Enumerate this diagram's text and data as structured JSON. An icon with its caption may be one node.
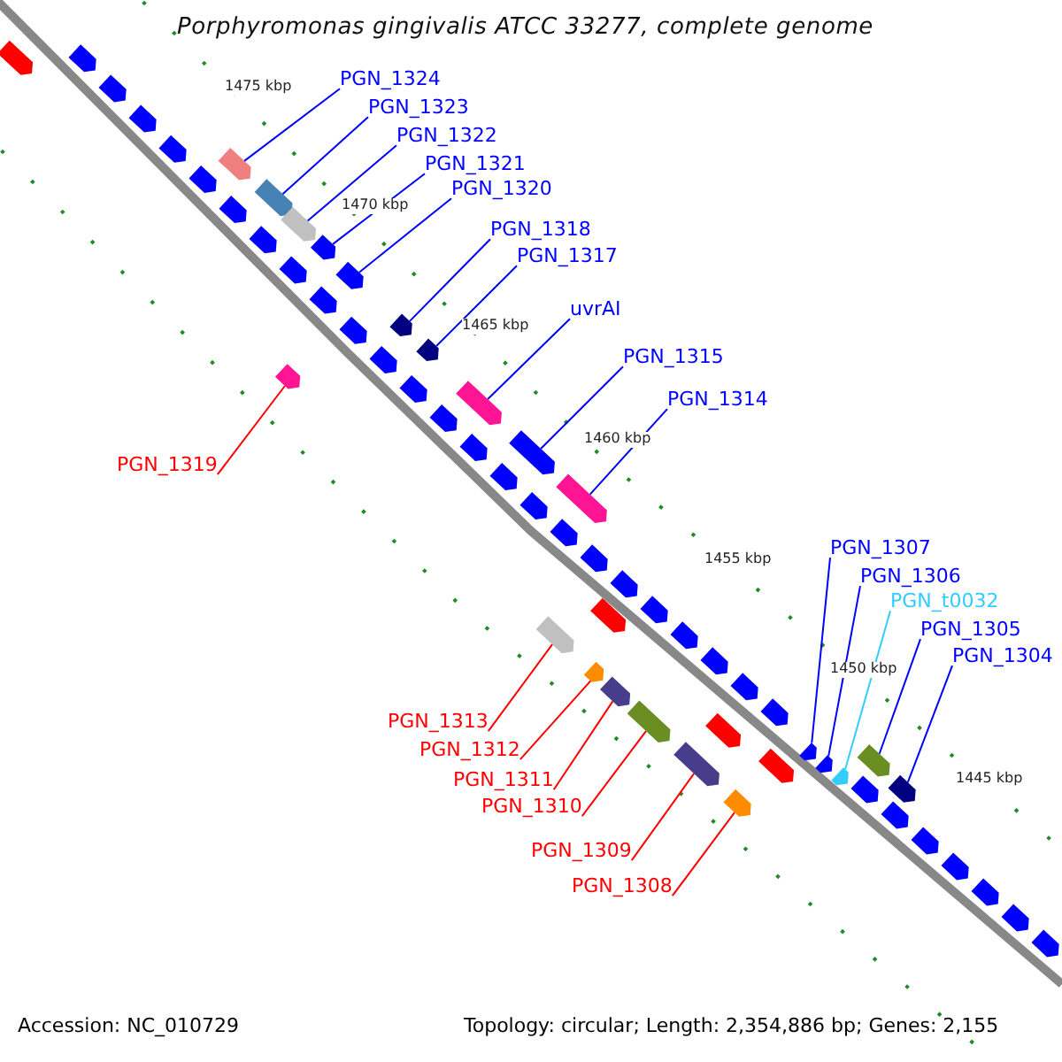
{
  "diagram": {
    "title": "Porphyromonas gingivalis ATCC 33277, complete genome",
    "nodes": [
      {
        "text": [
          "PGN_1324"
        ]
      },
      {
        "text": [],
        "shape": "arrow"
      },
      {
        "text": [
          "PGN_1323"
        ]
      },
      {
        "text": [],
        "shape": "arrow"
      },
      {
        "text": [
          "PGN_1322"
        ]
      },
      {
        "text": [],
        "shape": "arrow"
      },
      {
        "text": [
          "PGN_1321"
        ]
      },
      {
        "text": [],
        "shape": "arrow"
      },
      {
        "text": [
          "PGN_1320"
        ]
      },
      {
        "text": [],
        "shape": "arrow"
      },
      {
        "text": [
          "PGN_1318"
        ]
      },
      {
        "text": [],
        "shape": "arrow"
      },
      {
        "text": [
          "PGN_1317"
        ]
      },
      {
        "text": [],
        "shape": "arrow"
      },
      {
        "text": [
          "uvrAI"
        ]
      },
      {
        "text": [],
        "shape": "arrow"
      },
      {
        "text": [
          "PGN_1315"
        ]
      },
      {
        "text": [],
        "shape": "arrow"
      },
      {
        "text": [
          "PGN_1314"
        ]
      },
      {
        "text": [],
        "shape": "arrow"
      },
      {
        "text": [
          "PGN_1319"
        ]
      },
      {
        "text": [],
        "shape": "arrow"
      },
      {
        "text": [
          "PGN_1307"
        ]
      },
      {
        "text": [],
        "shape": "arrow"
      },
      {
        "text": [
          "PGN_1306"
        ]
      },
      {
        "text": [],
        "shape": "arrow"
      },
      {
        "text": [
          "PGN_t0032"
        ]
      },
      {
        "text": [],
        "shape": "arrow"
      },
      {
        "text": [
          "PGN_1305"
        ]
      },
      {
        "text": [],
        "shape": "arrow"
      },
      {
        "text": [
          "PGN_1304"
        ]
      },
      {
        "text": [],
        "shape": "arrow"
      },
      {
        "text": [
          "PGN_1313"
        ]
      },
      {
        "text": [],
        "shape": "arrow"
      },
      {
        "text": [
          "PGN_1312"
        ]
      },
      {
        "text": [],
        "shape": "arrow"
      },
      {
        "text": [
          "PGN_1311"
        ]
      },
      {
        "text": [],
        "shape": "arrow"
      },
      {
        "text": [
          "PGN_1310"
        ]
      },
      {
        "text": [],
        "shape": "arrow"
      },
      {
        "text": [
          "PGN_1309"
        ]
      },
      {
        "text": [],
        "shape": "arrow"
      },
      {
        "text": [
          "PGN_1308"
        ]
      },
      {
        "text": [],
        "shape": "arrow"
      },
      {
        "text": [],
        "shape": "arrow"
      },
      {
        "text": [],
        "shape": "arrow"
      },
      {
        "text": [],
        "shape": "arrow"
      },
      {
        "text": [],
        "shape": "arrow"
      },
      {
        "text": [],
        "shape": "arrow"
      },
      {
        "text": [],
        "shape": "arrow"
      },
      {
        "text": [],
        "shape": "arrow"
      },
      {
        "text": [],
        "shape": "arrow"
      },
      {
        "text": [],
        "shape": "arrow"
      },
      {
        "text": [],
        "shape": "arrow"
      },
      {
        "text": [],
        "shape": "arrow"
      },
      {
        "text": [],
        "shape": "arrow"
      },
      {
        "text": [],
        "shape": "arrow"
      },
      {
        "text": [],
        "shape": "arrow"
      },
      {
        "text": [],
        "shape": "arrow"
      },
      {
        "text": [],
        "shape": "arrow"
      },
      {
        "text": [],
        "shape": "arrow"
      },
      {
        "text": [],
        "shape": "arrow"
      },
      {
        "text": [],
        "shape": "arrow"
      },
      {
        "text": [],
        "shape": "arrow"
      },
      {
        "text": [],
        "shape": "arrow"
      },
      {
        "text": [],
        "shape": "arrow"
      },
      {
        "text": [],
        "shape": "arrow"
      },
      {
        "text": [],
        "shape": "arrow"
      },
      {
        "text": [],
        "shape": "arrow"
      },
      {
        "text": [],
        "shape": "arrow"
      },
      {
        "text": [],
        "shape": "arrow"
      },
      {
        "text": [],
        "shape": "arrow"
      },
      {
        "text": [],
        "shape": "arrow"
      },
      {
        "text": [],
        "shape": "arrow"
      },
      {
        "text": [],
        "shape": "arrow"
      },
      {
        "text": [],
        "shape": "arrow"
      },
      {
        "text": [],
        "shape": "arrow"
      },
      {
        "text": [],
        "shape": "arrow"
      },
      {
        "text": [],
        "shape": "arrow"
      }
    ],
    "edges": [
      {
        "from": 0,
        "to": 1,
        "arrow": "none"
      },
      {
        "from": 2,
        "to": 3,
        "arrow": "none"
      },
      {
        "from": 4,
        "to": 5,
        "arrow": "none"
      },
      {
        "from": 6,
        "to": 7,
        "arrow": "none"
      },
      {
        "from": 8,
        "to": 9,
        "arrow": "none"
      },
      {
        "from": 10,
        "to": 11,
        "arrow": "none"
      },
      {
        "from": 12,
        "to": 13,
        "arrow": "none"
      },
      {
        "from": 14,
        "to": 15,
        "arrow": "none"
      },
      {
        "from": 16,
        "to": 17,
        "arrow": "none"
      },
      {
        "from": 18,
        "to": 19,
        "arrow": "none"
      },
      {
        "from": 20,
        "to": 21,
        "arrow": "none",
        "color": "#ff0000"
      },
      {
        "from": 22,
        "to": 23,
        "arrow": "none"
      },
      {
        "from": 24,
        "to": 25,
        "arrow": "none"
      },
      {
        "from": 26,
        "to": 27,
        "arrow": "none",
        "color": "#33ccff"
      },
      {
        "from": 28,
        "to": 29,
        "arrow": "none"
      },
      {
        "from": 30,
        "to": 31,
        "arrow": "none"
      },
      {
        "from": 32,
        "to": 33,
        "arrow": "none",
        "color": "#ff0000"
      },
      {
        "from": 34,
        "to": 35,
        "arrow": "none",
        "color": "#ff0000"
      },
      {
        "from": 36,
        "to": 37,
        "arrow": "none",
        "color": "#ff0000"
      },
      {
        "from": 38,
        "to": 39,
        "arrow": "none",
        "color": "#ff0000"
      },
      {
        "from": 40,
        "to": 41,
        "arrow": "none",
        "color": "#ff0000"
      },
      {
        "from": 42,
        "to": 43,
        "arrow": "none",
        "color": "#ff0000"
      }
    ],
    "labels": [
      "1475 kbp",
      "1470 kbp",
      "1465 kbp",
      "1460 kbp",
      "1455 kbp",
      "1450 kbp",
      "1445 kbp",
      "Accession: NC_010729",
      "Topology: circular; Length: 2,354,886 bp; Genes: 2,155"
    ]
  }
}
